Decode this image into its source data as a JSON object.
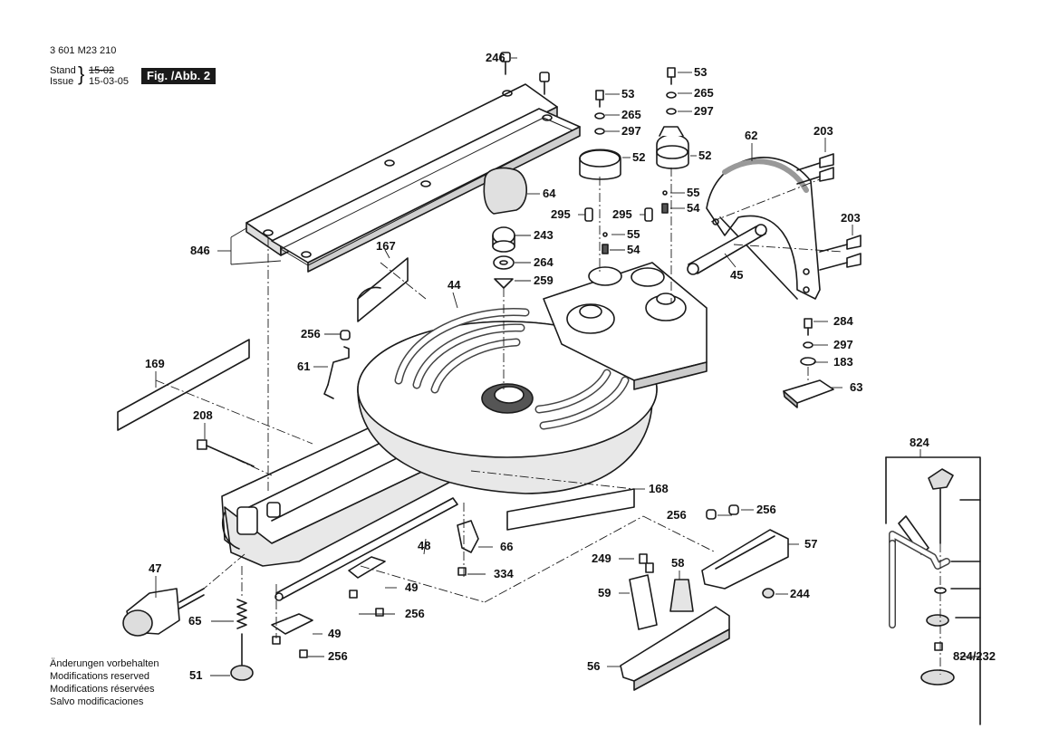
{
  "header": {
    "drawing_number": "3 601 M23 210",
    "stand_label": "Stand",
    "stand_value": "15-02",
    "issue_label": "Issue",
    "issue_value": "15-03-05",
    "figure_label": "Fig. /Abb. 2"
  },
  "notes": [
    "Änderungen vorbehalten",
    "Modifications reserved",
    "Modifications réservées",
    "Salvo modificaciones"
  ],
  "part_labels": [
    "246",
    "53",
    "265",
    "297",
    "52",
    "64",
    "243",
    "264",
    "259",
    "295",
    "55",
    "54",
    "62",
    "203",
    "45",
    "846",
    "167",
    "44",
    "256",
    "61",
    "169",
    "208",
    "284",
    "183",
    "63",
    "168",
    "57",
    "66",
    "334",
    "249",
    "58",
    "244",
    "47",
    "48",
    "49",
    "65",
    "59",
    "51",
    "56",
    "824",
    "824/232"
  ],
  "colors": {
    "ink": "#1a1a1a",
    "paper": "#ffffff",
    "label_box": "#1a1a1a"
  }
}
